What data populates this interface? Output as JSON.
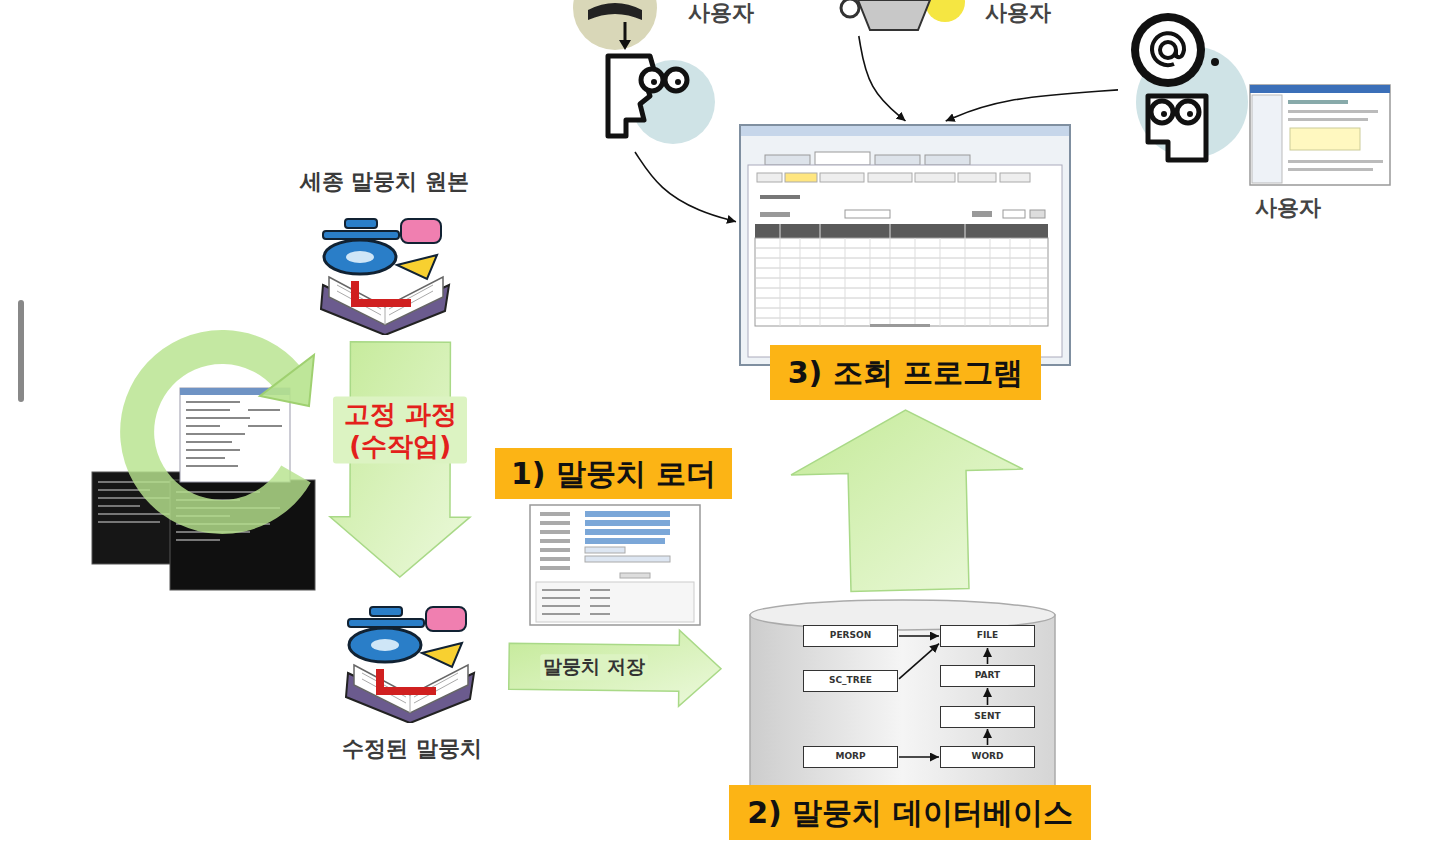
{
  "diagram": {
    "nodes": [
      {
        "text": [
          "사용자"
        ]
      },
      {
        "text": [
          "사용자"
        ]
      },
      {
        "text": [
          "사용자"
        ]
      },
      {
        "text": [
          "세종 말뭉치 원본"
        ]
      },
      {
        "text": [
          "수정된 말뭉치"
        ]
      },
      {
        "text": [
          "1) 말뭉치 로더"
        ]
      },
      {
        "text": [
          "3) 조회 프로그램"
        ]
      },
      {
        "text": [
          "2) 말뭉치 데이터베이스"
        ]
      },
      {
        "text": [
          "PERSON"
        ],
        "in": 7
      },
      {
        "text": [
          "FILE"
        ],
        "in": 7
      },
      {
        "text": [
          "SC_TREE"
        ],
        "in": 7
      },
      {
        "text": [
          "PART"
        ],
        "in": 7
      },
      {
        "text": [
          "SENT"
        ],
        "in": 7
      },
      {
        "text": [
          "MORP"
        ],
        "in": 7
      },
      {
        "text": [
          "WORD"
        ],
        "in": 7
      }
    ],
    "edges": [
      {
        "from": 3,
        "to": 4,
        "label": "고정 과정 (수작업)",
        "arrow": "to"
      },
      {
        "from": 4,
        "to": 7,
        "label": "말뭉치 저장",
        "arrow": "to"
      },
      {
        "from": 7,
        "to": 6,
        "arrow": "to"
      },
      {
        "from": 0,
        "to": 6,
        "arrow": "to"
      },
      {
        "from": 1,
        "to": 6,
        "arrow": "to"
      },
      {
        "from": 2,
        "to": 6,
        "arrow": "to"
      },
      {
        "from": 8,
        "to": 9,
        "arrow": "to"
      },
      {
        "from": 10,
        "to": 9,
        "arrow": "to"
      },
      {
        "from": 11,
        "to": 9,
        "arrow": "to"
      },
      {
        "from": 12,
        "to": 11,
        "arrow": "to"
      },
      {
        "from": 14,
        "to": 12,
        "arrow": "to"
      },
      {
        "from": 13,
        "to": 14,
        "arrow": "to"
      }
    ]
  }
}
